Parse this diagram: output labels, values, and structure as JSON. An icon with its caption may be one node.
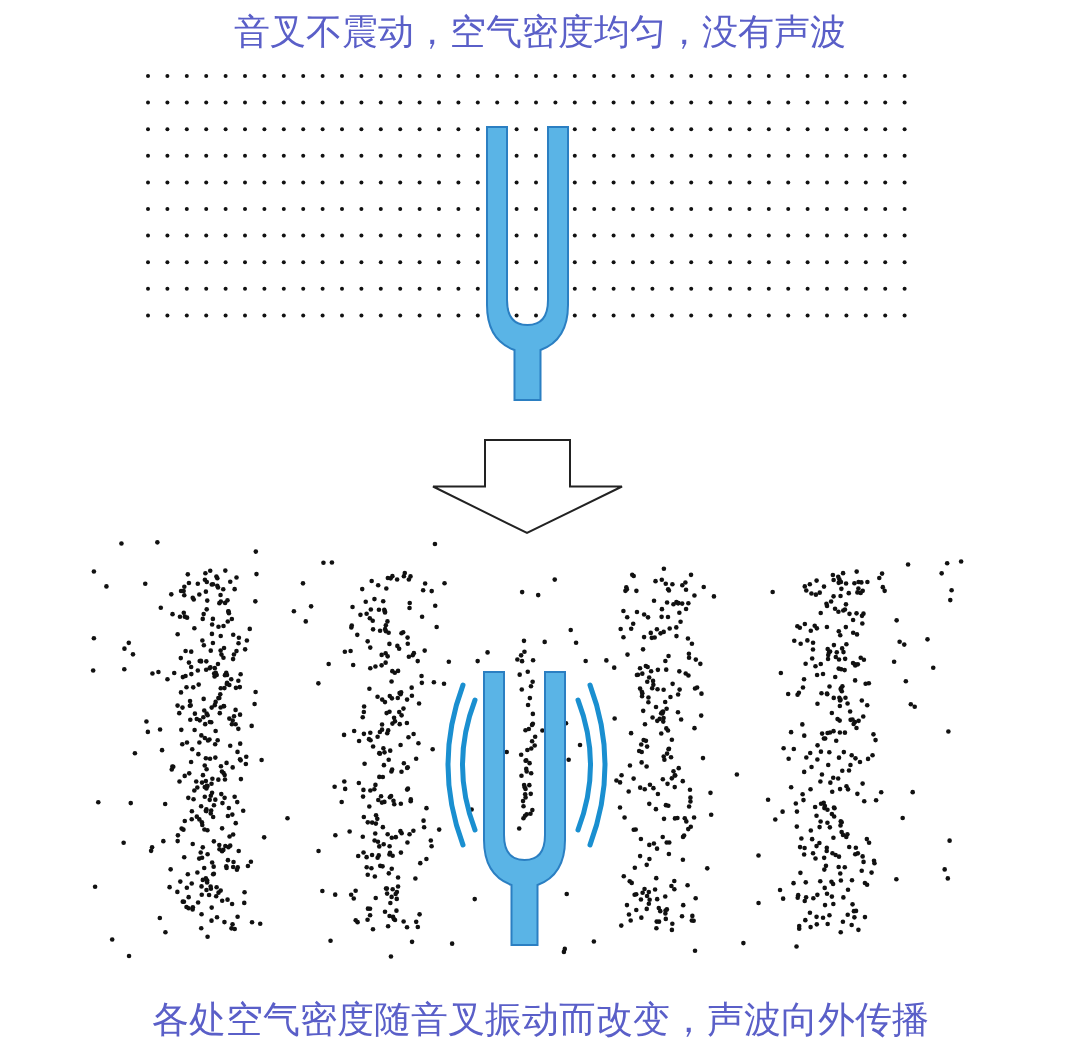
{
  "diagram": {
    "nodes": [
      {
        "text": [
          "音叉不震动，空气密度均匀，没有声波"
        ]
      },
      {
        "text": [
          "各处空气密度随音叉振动而改变，声波向外传播"
        ]
      }
    ],
    "edges": [
      {
        "from": 0,
        "to": 1,
        "arrow": "to"
      }
    ]
  }
}
